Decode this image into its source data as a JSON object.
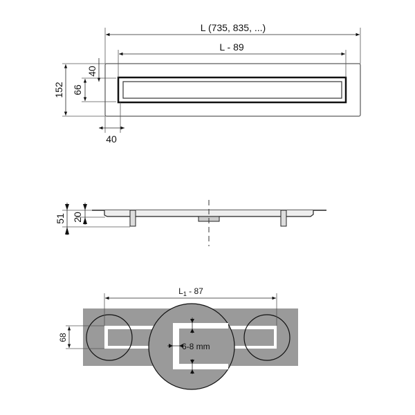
{
  "top_view": {
    "length_label": "L (735, 835, ...)",
    "inner_length_label": "L - 89",
    "width_label": "152",
    "offset_top_label": "40",
    "slot_width_label": "66",
    "offset_left_label": "40"
  },
  "side_view": {
    "height_total_label": "51",
    "height_body_label": "20"
  },
  "cutout_view": {
    "length_label_main": "L",
    "length_label_sub": "1",
    "length_label_rest": " - 87",
    "slot_height_label": "68",
    "gap_label": "6-8 mm"
  },
  "colors": {
    "cutout_fill": "#9a9a9a",
    "line": "#111111"
  }
}
